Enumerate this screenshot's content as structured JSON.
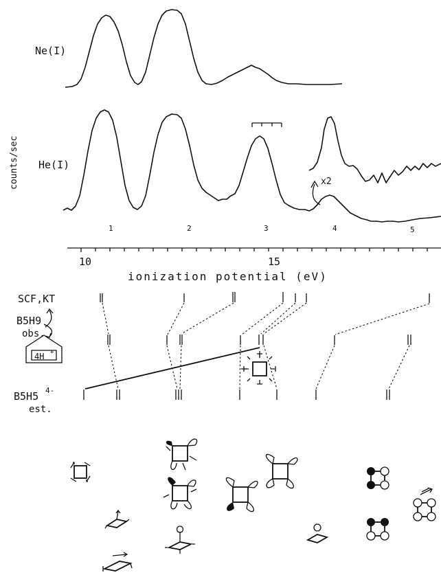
{
  "spectra": {
    "ne_label": "Ne(I)",
    "he_label": "He(I)",
    "y_axis_label": "counts/sec",
    "scale_label": "x2",
    "band_numbers": [
      "1",
      "2",
      "3",
      "4",
      "5"
    ]
  },
  "axis": {
    "title": "ionization potential (eV)",
    "ticks": [
      "10",
      "15"
    ]
  },
  "correlation": {
    "scf_label": "SCF,KT",
    "obs_formula": "B5H9",
    "obs_suffix": "obs.",
    "est_formula": "B5H5",
    "est_charge": "4-",
    "est_suffix": "est.",
    "house_label": "4H",
    "house_charge": "+"
  }
}
